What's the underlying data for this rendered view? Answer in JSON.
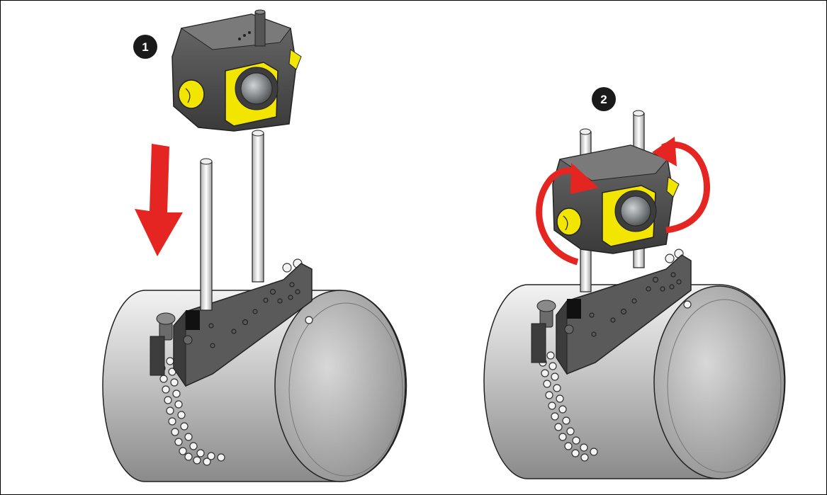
{
  "figure": {
    "steps": [
      {
        "number": "1",
        "action": "mount-down",
        "arrow_color": "#e52521"
      },
      {
        "number": "2",
        "action": "rotate",
        "arrow_color": "#e52521"
      }
    ],
    "colors": {
      "accent_red": "#e52521",
      "knob_yellow": "#f2e600",
      "device_dark": "#4a4a4a",
      "pipe_light": "#d9d9d9",
      "badge_black": "#1a1a1a"
    },
    "icons": [
      "down-arrow-icon",
      "rotate-arrow-icon",
      "chain-icon",
      "lens-icon",
      "knob-icon"
    ]
  }
}
